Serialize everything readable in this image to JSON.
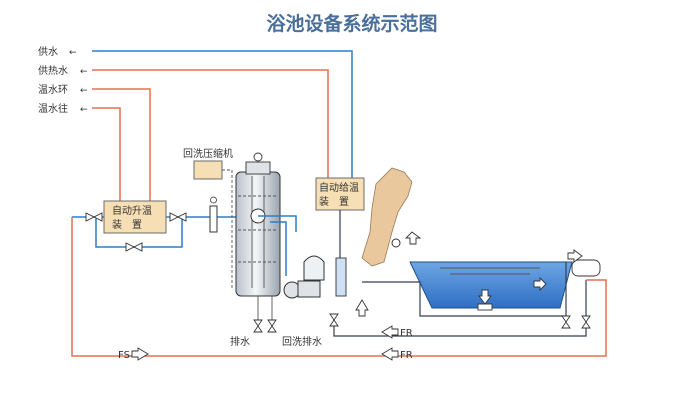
{
  "title": "浴池设备系统示范图",
  "legend": [
    {
      "label": "供水",
      "symbol": "←"
    },
    {
      "label": "供热水",
      "symbol": "←"
    },
    {
      "label": "温水环",
      "symbol": "←"
    },
    {
      "label": "温水往",
      "symbol": "←"
    }
  ],
  "boxes": {
    "heater": {
      "line1": "自动升温",
      "line2": "装　置"
    },
    "dosing": {
      "line1": "自动给温",
      "line2": "装　置"
    }
  },
  "labels": {
    "compressor": "回洗压缩机",
    "drain": "排水",
    "backwash_drain": "回洗排水",
    "fr_upper": "FR",
    "fr_lower": "FR",
    "fs": "FS"
  },
  "colors": {
    "water_supply": "#2f7ec7",
    "hot_supply": "#e27050",
    "box_fill": "#f7dfb5",
    "pool_water": "#3d7fd0",
    "rock": "#e8c89c",
    "title": "#4a6f9a"
  }
}
